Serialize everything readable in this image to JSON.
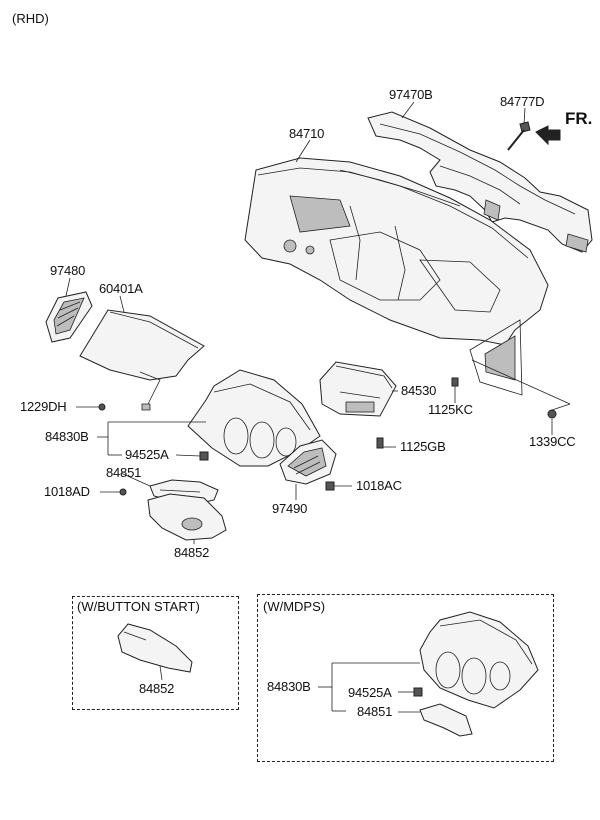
{
  "variant_note": "(RHD)",
  "front_marker": "FR.",
  "groups": {
    "button_start": "(W/BUTTON START)",
    "mdps": "(W/MDPS)"
  },
  "labels": {
    "p97470B": "97470B",
    "p84777D": "84777D",
    "p84710": "84710",
    "p97480": "97480",
    "p60401A": "60401A",
    "p1229DH": "1229DH",
    "p84530": "84530",
    "p1125KC": "1125KC",
    "p1339CC": "1339CC",
    "p84830B": "84830B",
    "p94525A": "94525A",
    "p1125GB": "1125GB",
    "p84851": "84851",
    "p1018AD": "1018AD",
    "p1018AC": "1018AC",
    "p97490": "97490",
    "p84852": "84852",
    "bs_84852": "84852",
    "md_84830B": "84830B",
    "md_94525A": "94525A",
    "md_84851": "84851"
  }
}
